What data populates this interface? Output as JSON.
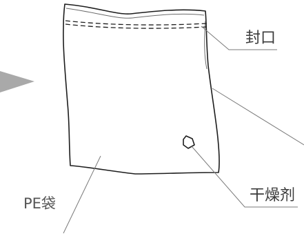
{
  "labels": {
    "seal": "封口",
    "desiccant": "干燥剂",
    "pe_bag": "PE袋"
  }
}
